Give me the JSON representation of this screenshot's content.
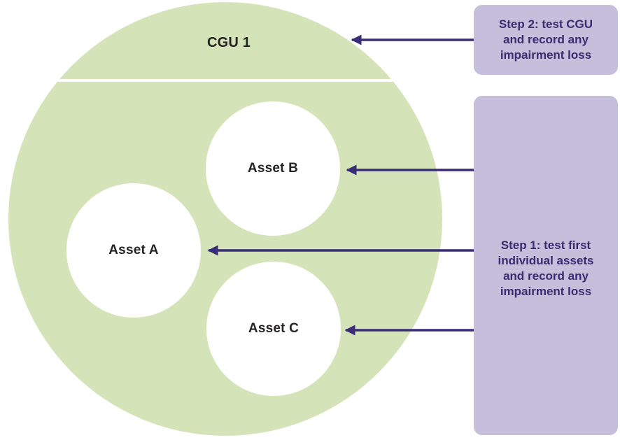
{
  "figure": {
    "cgu": {
      "label": "CGU 1"
    },
    "assets": [
      {
        "label": "Asset A"
      },
      {
        "label": "Asset B"
      },
      {
        "label": "Asset C"
      }
    ],
    "callouts": {
      "step2": {
        "lines": [
          "Step 2: test CGU",
          "and record any",
          "impairment loss"
        ]
      },
      "step1": {
        "lines": [
          "Step 1: test first",
          "individual assets",
          "and record any",
          "impairment loss"
        ]
      }
    },
    "colors": {
      "cgu_fill": "#d5e3b8",
      "asset_fill": "#ffffff",
      "callout_fill": "#c6bfdb",
      "arrow": "#3a2d76",
      "callout_text": "#3a2a70",
      "diagram_text": "#262324"
    }
  }
}
